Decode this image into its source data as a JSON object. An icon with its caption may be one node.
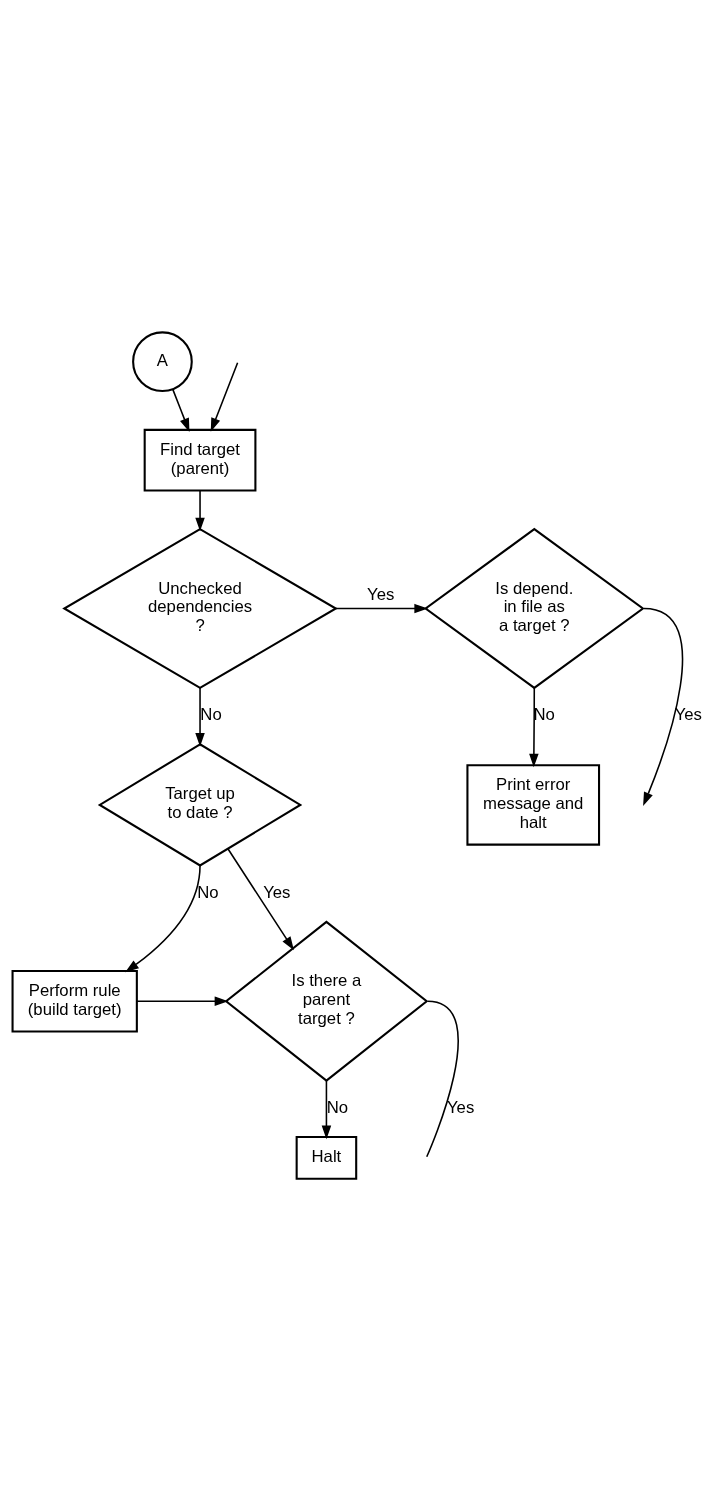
{
  "diagram": {
    "nodes": [
      {
        "text": [
          "A"
        ]
      },
      {
        "text": [
          "Find target (parent)"
        ]
      },
      {
        "text": [
          "Unchecked dependencies ?"
        ]
      },
      {
        "text": [
          "Is depend. in file as a target ?"
        ]
      },
      {
        "text": [
          "Print error message and halt"
        ]
      },
      {
        "text": [
          "Target up to date ?"
        ]
      },
      {
        "text": [
          "Perform rule (build target)"
        ]
      },
      {
        "text": [
          "Is there a parent target ?"
        ]
      },
      {
        "text": [
          "Halt"
        ]
      }
    ],
    "edges": [
      {
        "from": 0,
        "to": 1,
        "arrow": "to"
      },
      {
        "from": null,
        "to": 1,
        "arrow": "to"
      },
      {
        "from": 1,
        "to": 2,
        "arrow": "to"
      },
      {
        "from": 2,
        "to": 3,
        "arrow": "to",
        "label": "Yes"
      },
      {
        "from": 3,
        "to": null,
        "arrow": "to",
        "label": "Yes"
      },
      {
        "from": 2,
        "to": 5,
        "arrow": "to",
        "label": "No"
      },
      {
        "from": 3,
        "to": 4,
        "arrow": "to",
        "label": "No"
      },
      {
        "from": 5,
        "to": 7,
        "arrow": "to",
        "label": "Yes"
      },
      {
        "from": 5,
        "to": 6,
        "arrow": "to",
        "label": "No"
      },
      {
        "from": 6,
        "to": 7,
        "arrow": "to"
      },
      {
        "from": 7,
        "to": null,
        "arrow": "none",
        "label": "Yes"
      },
      {
        "from": 7,
        "to": 8,
        "arrow": "to",
        "label": "No"
      }
    ]
  }
}
